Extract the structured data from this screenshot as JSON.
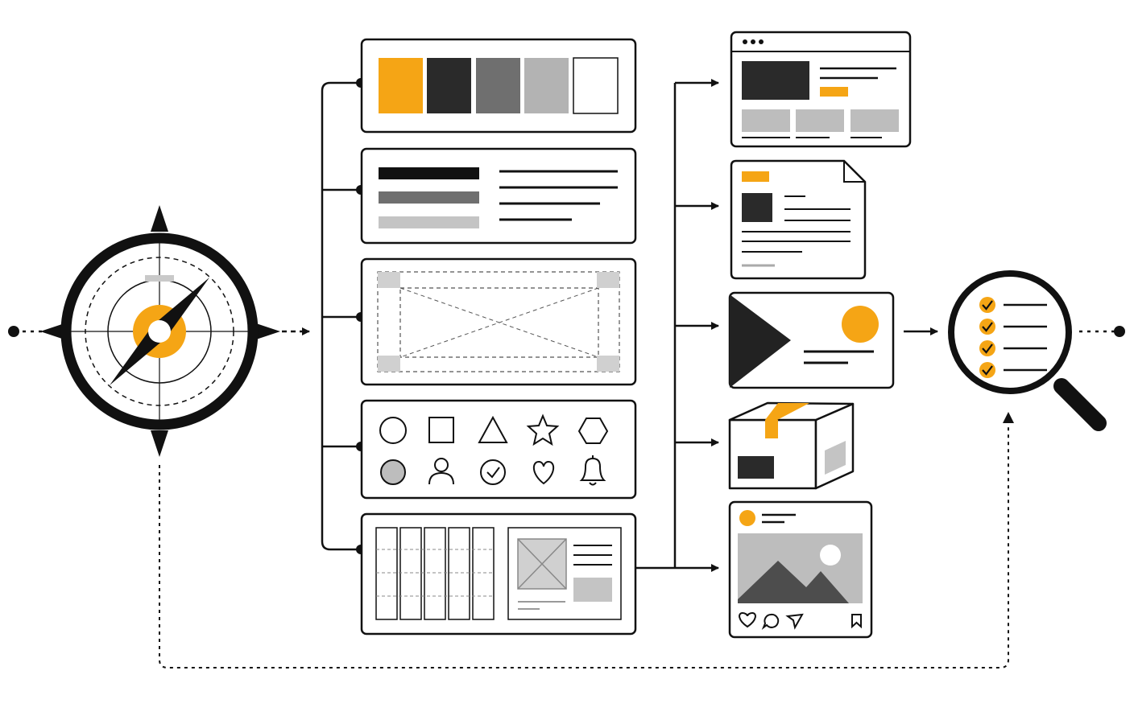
{
  "colors": {
    "ink": "#111111",
    "accent": "#F5A515",
    "dark_gray": "#2a2a2a",
    "mid_gray": "#6f6f6f",
    "light_gray": "#b3b3b3",
    "pale_gray": "#d9d9d9",
    "white": "#ffffff"
  },
  "diagram": {
    "start": {
      "icon": "compass-icon"
    },
    "design_elements": [
      {
        "id": "color-palette",
        "icon": "palette-swatches-icon",
        "swatches": [
          "#F5A515",
          "#2a2a2a",
          "#6f6f6f",
          "#b3b3b3",
          "#ffffff"
        ]
      },
      {
        "id": "typography",
        "icon": "text-styles-icon"
      },
      {
        "id": "layout-wireframe",
        "icon": "wireframe-icon"
      },
      {
        "id": "iconography",
        "icon": "icon-set-icon",
        "icons": [
          "circle-icon",
          "square-icon",
          "triangle-icon",
          "star-icon",
          "hexagon-icon",
          "filled-circle-icon",
          "user-icon",
          "check-circle-icon",
          "heart-icon",
          "bell-icon"
        ]
      },
      {
        "id": "grid-system",
        "icon": "grid-layout-icon"
      }
    ],
    "applications": [
      {
        "id": "website",
        "icon": "browser-window-icon"
      },
      {
        "id": "print-document",
        "icon": "document-icon"
      },
      {
        "id": "business-card",
        "icon": "card-icon"
      },
      {
        "id": "packaging",
        "icon": "box-icon"
      },
      {
        "id": "social-post",
        "icon": "social-post-icon",
        "actions": [
          "heart-icon",
          "comment-icon",
          "send-icon",
          "bookmark-icon"
        ]
      }
    ],
    "end": {
      "icon": "magnifier-checklist-icon",
      "checklist_items": 4
    }
  }
}
